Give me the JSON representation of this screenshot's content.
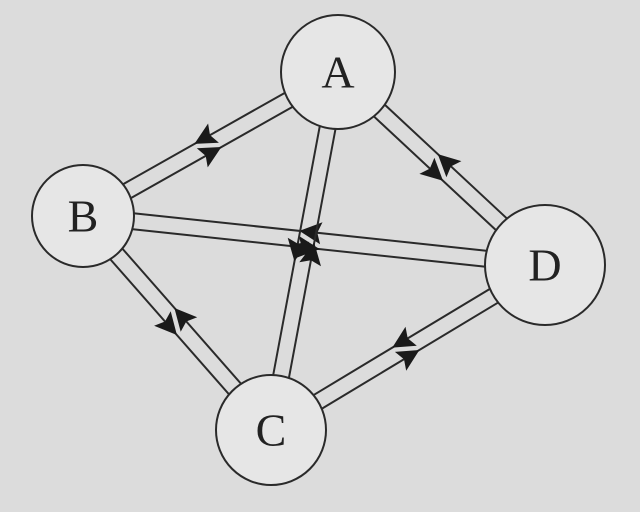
{
  "diagram": {
    "nodes": [
      {
        "id": "A",
        "label": "A"
      },
      {
        "id": "B",
        "label": "B"
      },
      {
        "id": "C",
        "label": "C"
      },
      {
        "id": "D",
        "label": "D"
      }
    ],
    "edges": [
      {
        "from": "B",
        "to": "A"
      },
      {
        "from": "A",
        "to": "B"
      },
      {
        "from": "A",
        "to": "D"
      },
      {
        "from": "D",
        "to": "A"
      },
      {
        "from": "B",
        "to": "D"
      },
      {
        "from": "D",
        "to": "B"
      },
      {
        "from": "A",
        "to": "C"
      },
      {
        "from": "C",
        "to": "A"
      },
      {
        "from": "B",
        "to": "C"
      },
      {
        "from": "C",
        "to": "B"
      },
      {
        "from": "D",
        "to": "C"
      },
      {
        "from": "C",
        "to": "D"
      }
    ],
    "colors": {
      "background": "#dcdcdc",
      "node_fill": "#e6e6e6",
      "stroke": "#2a2a2a",
      "arrow": "#1a1a1a"
    }
  }
}
